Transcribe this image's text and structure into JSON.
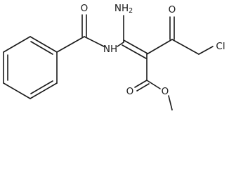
{
  "structure": {
    "atom_labels": {
      "amine": "NH",
      "amine_subscript": "2",
      "amide_nh": "NH",
      "amide_oxygen": "O",
      "ketone_oxygen": "O",
      "chlorine": "Cl",
      "ester_carbonyl_oxygen": "O",
      "ester_ether_oxygen": "O"
    },
    "colors": {
      "bond": "#1a1a1a",
      "label": "#1a1a1a",
      "background": "#ffffff"
    }
  }
}
